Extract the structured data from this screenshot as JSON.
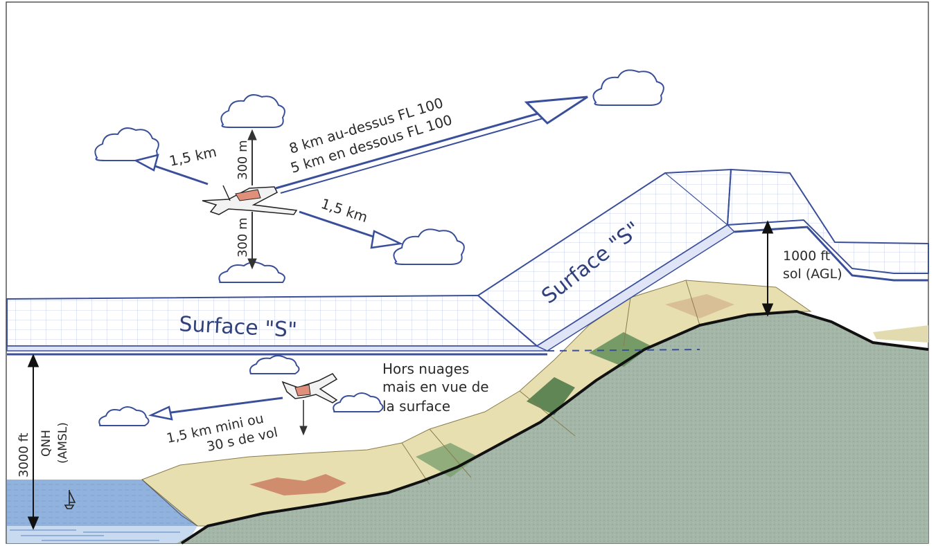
{
  "labels": {
    "dist_above": "8 km au-dessus FL 100",
    "dist_below": "5 km en dessous FL 100",
    "horiz_left": "1,5 km",
    "horiz_right": "1,5 km",
    "vert_up": "300 m",
    "vert_down": "300 m",
    "surface_flat": "Surface \"S\"",
    "surface_slope": "Surface \"S\"",
    "agl_value": "1000 ft",
    "agl_ref": "sol (AGL)",
    "amsl_value": "3000 ft",
    "amsl_ref1": "QNH",
    "amsl_ref2": "(AMSL)",
    "hors_line1": "Hors nuages",
    "hors_line2": "mais en vue de",
    "hors_line3": "la surface",
    "low_line1": "1,5 km mini ou",
    "low_line2": "30 s de vol"
  },
  "colors": {
    "sky_outline": "#3a4f9a",
    "surface_fill": "#eef1fb",
    "surface_grid": "#b9c3e6",
    "hill_green": "#9fb3a4",
    "sea_blue": "#8fb1dd",
    "ground_line": "#111111",
    "plane_body": "#f2f2f2",
    "plane_accent": "#e0907a"
  }
}
